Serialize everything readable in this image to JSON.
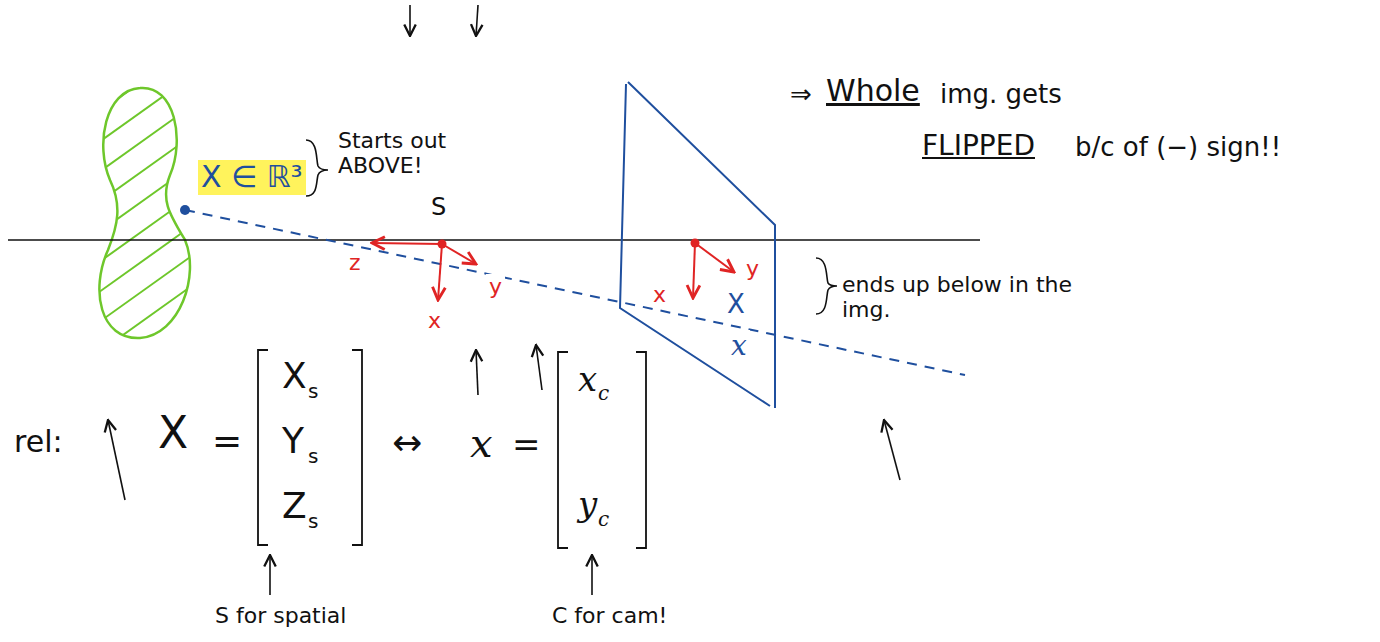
{
  "diagram": {
    "labels": [
      "X ∈ ℝ³",
      "Starts out ABOVE!",
      "⇒",
      "Whole",
      "img. gets",
      "FLIPPED",
      "b/c of (−) sign!!",
      "S",
      "z",
      "x",
      "y",
      "x",
      "y",
      "X",
      "x",
      "ends up below in the img.",
      "rel:",
      "X",
      "=",
      "X",
      "s",
      "Y",
      "s",
      "Z",
      "s",
      "↔",
      "x",
      "=",
      "x",
      "c",
      "y",
      "c",
      "S for spatial",
      "C for cam!"
    ]
  }
}
